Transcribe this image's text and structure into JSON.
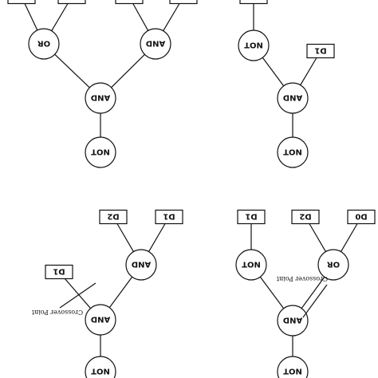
{
  "trees": [
    {
      "id": "tree-1",
      "edges": [
        [
          "or",
          "tl1"
        ],
        [
          "or",
          "tl2"
        ],
        [
          "and1",
          "tl3"
        ],
        [
          "and1",
          "tl4"
        ],
        [
          "and2",
          "or"
        ],
        [
          "and2",
          "and1"
        ],
        [
          "and2",
          "not"
        ]
      ],
      "nodes": [
        {
          "id": "tl1",
          "kind": "box",
          "label": ""
        },
        {
          "id": "tl2",
          "kind": "box",
          "label": ""
        },
        {
          "id": "tl3",
          "kind": "box",
          "label": ""
        },
        {
          "id": "tl4",
          "kind": "box",
          "label": ""
        },
        {
          "id": "or",
          "kind": "circle",
          "label": "OR"
        },
        {
          "id": "and1",
          "kind": "circle",
          "label": "AND"
        },
        {
          "id": "and2",
          "kind": "circle",
          "label": "AND"
        },
        {
          "id": "not",
          "kind": "circle",
          "label": "NOT"
        }
      ]
    },
    {
      "id": "tree-2",
      "edges": [
        [
          "not1",
          "tl"
        ],
        [
          "and",
          "not1"
        ],
        [
          "and",
          "d1"
        ],
        [
          "and",
          "not2"
        ]
      ],
      "nodes": [
        {
          "id": "tl",
          "kind": "box",
          "label": ""
        },
        {
          "id": "not1",
          "kind": "circle",
          "label": "NOT"
        },
        {
          "id": "d1",
          "kind": "box",
          "label": "D1"
        },
        {
          "id": "and",
          "kind": "circle",
          "label": "AND"
        },
        {
          "id": "not2",
          "kind": "circle",
          "label": "NOT"
        }
      ]
    },
    {
      "id": "tree-3",
      "edges": [
        [
          "and1",
          "d2"
        ],
        [
          "and1",
          "d1b"
        ],
        [
          "and2",
          "d1a"
        ],
        [
          "and2",
          "and1"
        ],
        [
          "and2",
          "not"
        ]
      ],
      "crossover_label": "Crossover Point",
      "nodes": [
        {
          "id": "d2",
          "kind": "box",
          "label": "D2"
        },
        {
          "id": "d1b",
          "kind": "box",
          "label": "D1"
        },
        {
          "id": "and1",
          "kind": "circle",
          "label": "AND"
        },
        {
          "id": "d1a",
          "kind": "box",
          "label": "D1"
        },
        {
          "id": "and2",
          "kind": "circle",
          "label": "AND"
        },
        {
          "id": "not",
          "kind": "circle",
          "label": "NOT"
        }
      ]
    },
    {
      "id": "tree-4",
      "edges": [
        [
          "not1",
          "d1"
        ],
        [
          "or",
          "d2"
        ],
        [
          "or",
          "d0"
        ],
        [
          "and",
          "not1"
        ],
        [
          "and",
          "or"
        ],
        [
          "and",
          "not2"
        ]
      ],
      "crossover_label": "Crossover Point",
      "nodes": [
        {
          "id": "d1",
          "kind": "box",
          "label": "D1"
        },
        {
          "id": "d2",
          "kind": "box",
          "label": "D2"
        },
        {
          "id": "d0",
          "kind": "box",
          "label": "D0"
        },
        {
          "id": "not1",
          "kind": "circle",
          "label": "NOT"
        },
        {
          "id": "or",
          "kind": "circle",
          "label": "OR"
        },
        {
          "id": "and",
          "kind": "circle",
          "label": "AND"
        },
        {
          "id": "not2",
          "kind": "circle",
          "label": "NOT"
        }
      ]
    }
  ]
}
